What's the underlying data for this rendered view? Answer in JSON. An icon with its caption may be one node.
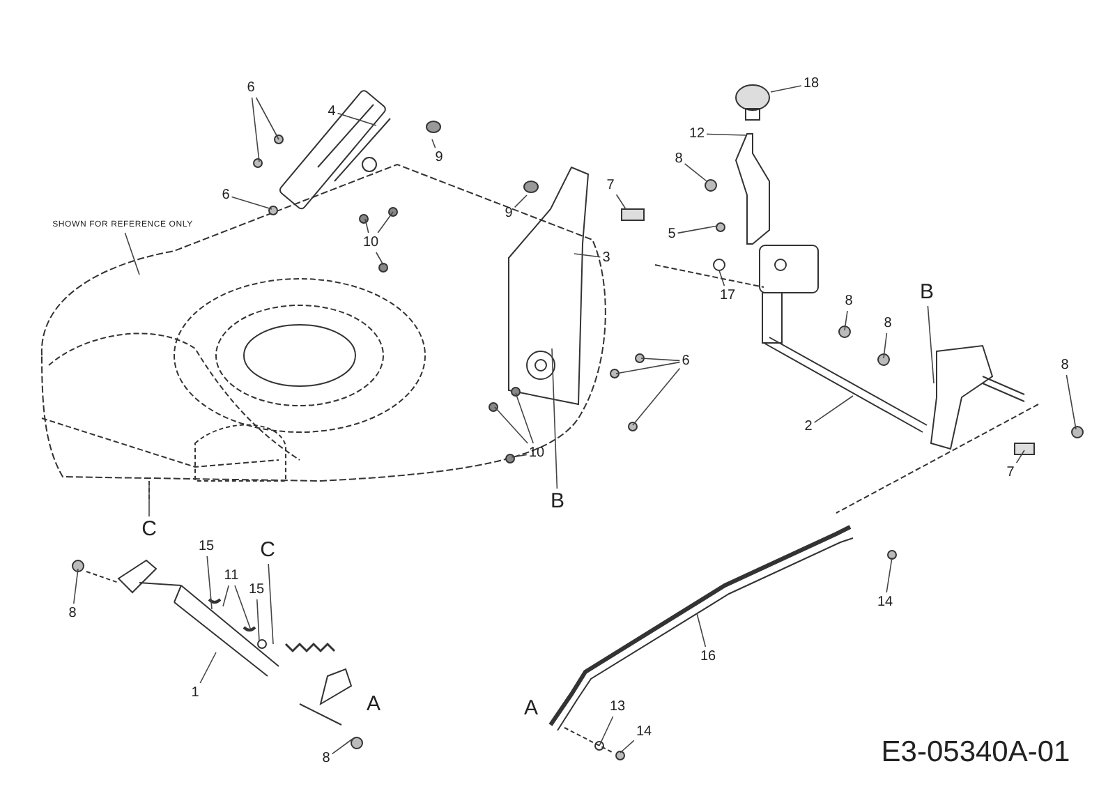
{
  "diagram": {
    "nodes": [
      {
        "text": [
          "18"
        ]
      },
      {
        "text": [
          "6"
        ]
      },
      {
        "text": [
          "4"
        ]
      },
      {
        "text": [
          "12"
        ]
      },
      {
        "text": [
          "9"
        ]
      },
      {
        "text": [
          "8"
        ]
      },
      {
        "text": [
          "6"
        ]
      },
      {
        "text": [
          "9"
        ]
      },
      {
        "text": [
          "7"
        ]
      },
      {
        "text": [
          "5"
        ]
      },
      {
        "text": [
          "SHOWN FOR REFERENCE ONLY"
        ]
      },
      {
        "text": [
          "3"
        ]
      },
      {
        "text": [
          "10"
        ]
      },
      {
        "text": [
          "17"
        ]
      },
      {
        "text": [
          "B"
        ]
      },
      {
        "text": [
          "8"
        ]
      },
      {
        "text": [
          "8"
        ]
      },
      {
        "text": [
          "6"
        ]
      },
      {
        "text": [
          "8"
        ]
      },
      {
        "text": [
          "2"
        ]
      },
      {
        "text": [
          "10"
        ]
      },
      {
        "text": [
          "7"
        ]
      },
      {
        "text": [
          "B"
        ]
      },
      {
        "text": [
          "C"
        ]
      },
      {
        "text": [
          "C"
        ]
      },
      {
        "text": [
          "15"
        ]
      },
      {
        "text": [
          "11"
        ]
      },
      {
        "text": [
          "15"
        ]
      },
      {
        "text": [
          "8"
        ]
      },
      {
        "text": [
          "14"
        ]
      },
      {
        "text": [
          "16"
        ]
      },
      {
        "text": [
          "1"
        ]
      },
      {
        "text": [
          "13"
        ]
      },
      {
        "text": [
          "14"
        ]
      },
      {
        "text": [
          "8"
        ]
      }
    ],
    "edges": [
      {
        "from": 0,
        "to": null,
        "arrow": "none"
      },
      {
        "from": 1,
        "to": null,
        "arrow": "none"
      },
      {
        "from": 1,
        "to": null,
        "arrow": "none"
      },
      {
        "from": 2,
        "to": null,
        "arrow": "none"
      },
      {
        "from": 3,
        "to": null,
        "arrow": "none"
      },
      {
        "from": 4,
        "to": null,
        "arrow": "none"
      },
      {
        "from": 5,
        "to": null,
        "arrow": "none"
      },
      {
        "from": 6,
        "to": null,
        "arrow": "none"
      },
      {
        "from": 7,
        "to": null,
        "arrow": "none"
      },
      {
        "from": 8,
        "to": null,
        "arrow": "none"
      },
      {
        "from": 9,
        "to": null,
        "arrow": "none"
      },
      {
        "from": 10,
        "to": null,
        "arrow": "none"
      },
      {
        "from": 11,
        "to": null,
        "arrow": "none"
      },
      {
        "from": 12,
        "to": null,
        "arrow": "none"
      },
      {
        "from": 12,
        "to": null,
        "arrow": "none"
      },
      {
        "from": 12,
        "to": null,
        "arrow": "none"
      },
      {
        "from": 13,
        "to": null,
        "arrow": "none"
      },
      {
        "from": 14,
        "to": null,
        "arrow": "none"
      },
      {
        "from": 15,
        "to": null,
        "arrow": "none"
      },
      {
        "from": 16,
        "to": null,
        "arrow": "none"
      },
      {
        "from": 17,
        "to": null,
        "arrow": "none"
      },
      {
        "from": 17,
        "to": null,
        "arrow": "none"
      },
      {
        "from": 17,
        "to": null,
        "arrow": "none"
      },
      {
        "from": 18,
        "to": null,
        "arrow": "none"
      },
      {
        "from": 19,
        "to": null,
        "arrow": "none"
      },
      {
        "from": 20,
        "to": null,
        "arrow": "none"
      },
      {
        "from": 20,
        "to": null,
        "arrow": "none"
      },
      {
        "from": 20,
        "to": null,
        "arrow": "none"
      },
      {
        "from": 21,
        "to": null,
        "arrow": "none"
      },
      {
        "from": 22,
        "to": null,
        "arrow": "none"
      },
      {
        "from": 23,
        "to": null,
        "arrow": "none"
      },
      {
        "from": 24,
        "to": null,
        "arrow": "none"
      },
      {
        "from": 25,
        "to": null,
        "arrow": "none"
      },
      {
        "from": 26,
        "to": null,
        "arrow": "none"
      },
      {
        "from": 26,
        "to": null,
        "arrow": "none"
      },
      {
        "from": 27,
        "to": null,
        "arrow": "none"
      },
      {
        "from": 28,
        "to": null,
        "arrow": "none"
      },
      {
        "from": 29,
        "to": null,
        "arrow": "none"
      },
      {
        "from": 30,
        "to": null,
        "arrow": "none"
      },
      {
        "from": 31,
        "to": null,
        "arrow": "none"
      },
      {
        "from": 32,
        "to": null,
        "arrow": "none"
      },
      {
        "from": 33,
        "to": null,
        "arrow": "none"
      },
      {
        "from": 34,
        "to": null,
        "arrow": "none"
      }
    ],
    "labels": [
      "A",
      "A",
      "E3-05340A-01"
    ]
  }
}
